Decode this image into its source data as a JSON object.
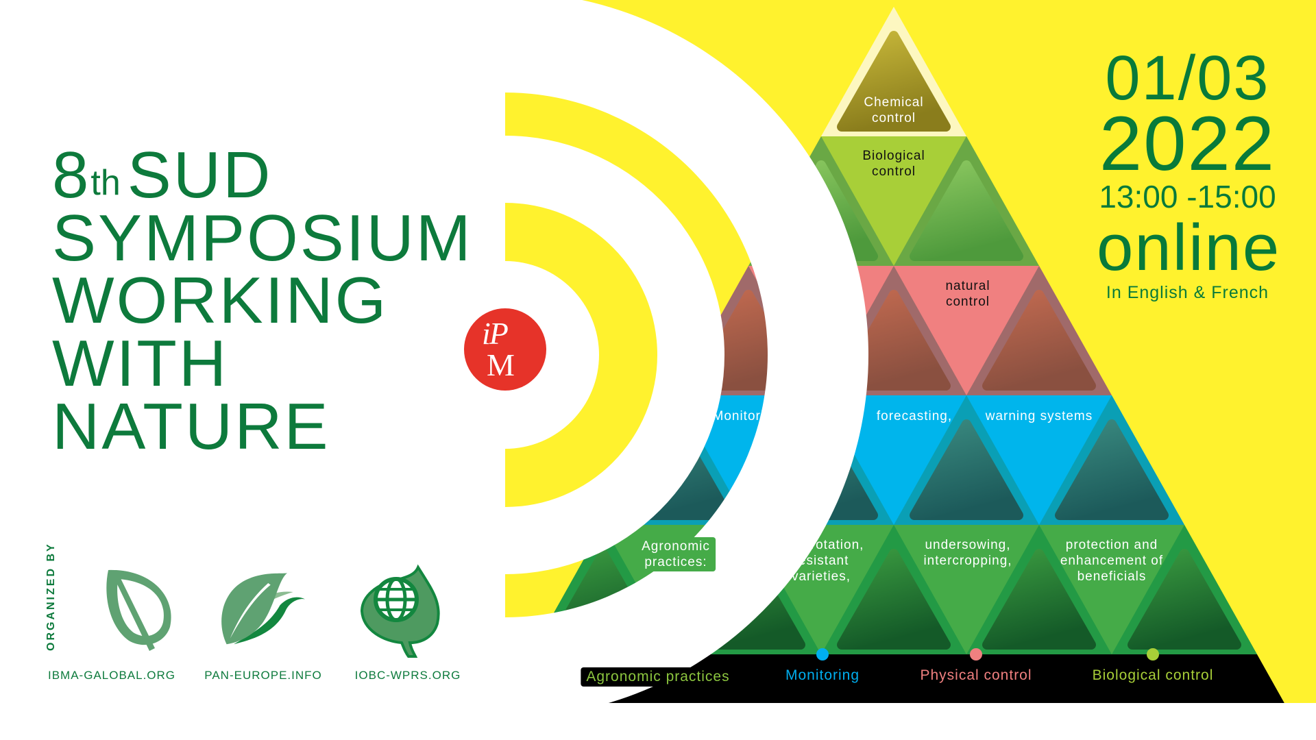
{
  "title": {
    "edition": "8",
    "edition_suffix": "th",
    "line1": "SUD",
    "line2": "SYMPOSIUM",
    "line3": "WORKING",
    "line4": "WITH",
    "line5": "NATURE"
  },
  "ipm_logo": {
    "line1": "iP",
    "line2": "M",
    "color": "#e63329"
  },
  "event": {
    "date": "01/03",
    "year": "2022",
    "time": "13:00 -15:00",
    "mode": "online",
    "languages": "In English & French"
  },
  "organizers": {
    "heading": "ORGANIZED BY",
    "items": [
      {
        "label": "IBMA-GALOBAL.ORG",
        "icon": "leaf-outline-icon"
      },
      {
        "label": "PAN-EUROPE.INFO",
        "icon": "leaves-icon"
      },
      {
        "label": "IOBC-WPRS.ORG",
        "icon": "globe-leaf-icon"
      }
    ]
  },
  "pyramid": {
    "rows": [
      {
        "name": "chemical",
        "light": "#fdf7c0",
        "dark": "#fdf7c0",
        "photo": [
          "#c8b83a",
          "#8a7d1c"
        ],
        "labels": [
          {
            "slot": "apex",
            "text1": "Chemical",
            "text2": "control",
            "tone": "light"
          }
        ]
      },
      {
        "name": "biological",
        "light": "#a8cf38",
        "dark": "#6aa845",
        "photo": [
          "#8cc860",
          "#4e9a3c"
        ],
        "labels": [
          {
            "slot": 0,
            "text1": "Biological",
            "text2": "control",
            "tone": "dark"
          }
        ]
      },
      {
        "name": "natural",
        "light": "#f08080",
        "dark": "#a06a6a",
        "photo": [
          "#c26a50",
          "#8a5040"
        ],
        "labels": [
          {
            "slot": 1,
            "text1": "natural",
            "text2": "control",
            "tone": "dark"
          }
        ]
      },
      {
        "name": "monitoring",
        "light": "#00b5ec",
        "dark": "#0a9fb5",
        "photo": [
          "#3a8a80",
          "#1c5a5a"
        ],
        "labels": [
          {
            "slot": 0,
            "text1": "Monitoring,",
            "text2": "",
            "tone": "light"
          },
          {
            "slot": 1,
            "text1": "forecasting,",
            "text2": "",
            "tone": "light"
          },
          {
            "slot": 2,
            "text1": "warning systems",
            "text2": "",
            "tone": "light"
          }
        ]
      },
      {
        "name": "agronomic",
        "light": "#45ab48",
        "dark": "#239a45",
        "photo": [
          "#3a9a40",
          "#145a28"
        ],
        "labels": [
          {
            "slot": 0,
            "text1": "Agronomic",
            "text2": "practices:",
            "text3": "",
            "tone": "light"
          },
          {
            "slot": 1,
            "text1": "crop rotation,",
            "text2": "resistant",
            "text3": "varieties,",
            "tone": "light"
          },
          {
            "slot": 2,
            "text1": "undersowing,",
            "text2": "intercropping,",
            "text3": "",
            "tone": "light"
          },
          {
            "slot": 3,
            "text1": "protection and",
            "text2": "enhancement of",
            "text3": "beneficials",
            "tone": "light"
          }
        ]
      }
    ]
  },
  "legend": [
    {
      "label": "Agronomic practices",
      "color": "#8cc63f"
    },
    {
      "label": "Monitoring",
      "color": "#00aeef"
    },
    {
      "label": "Physical control",
      "color": "#f08080"
    },
    {
      "label": "Biological control",
      "color": "#a8cf38"
    }
  ]
}
